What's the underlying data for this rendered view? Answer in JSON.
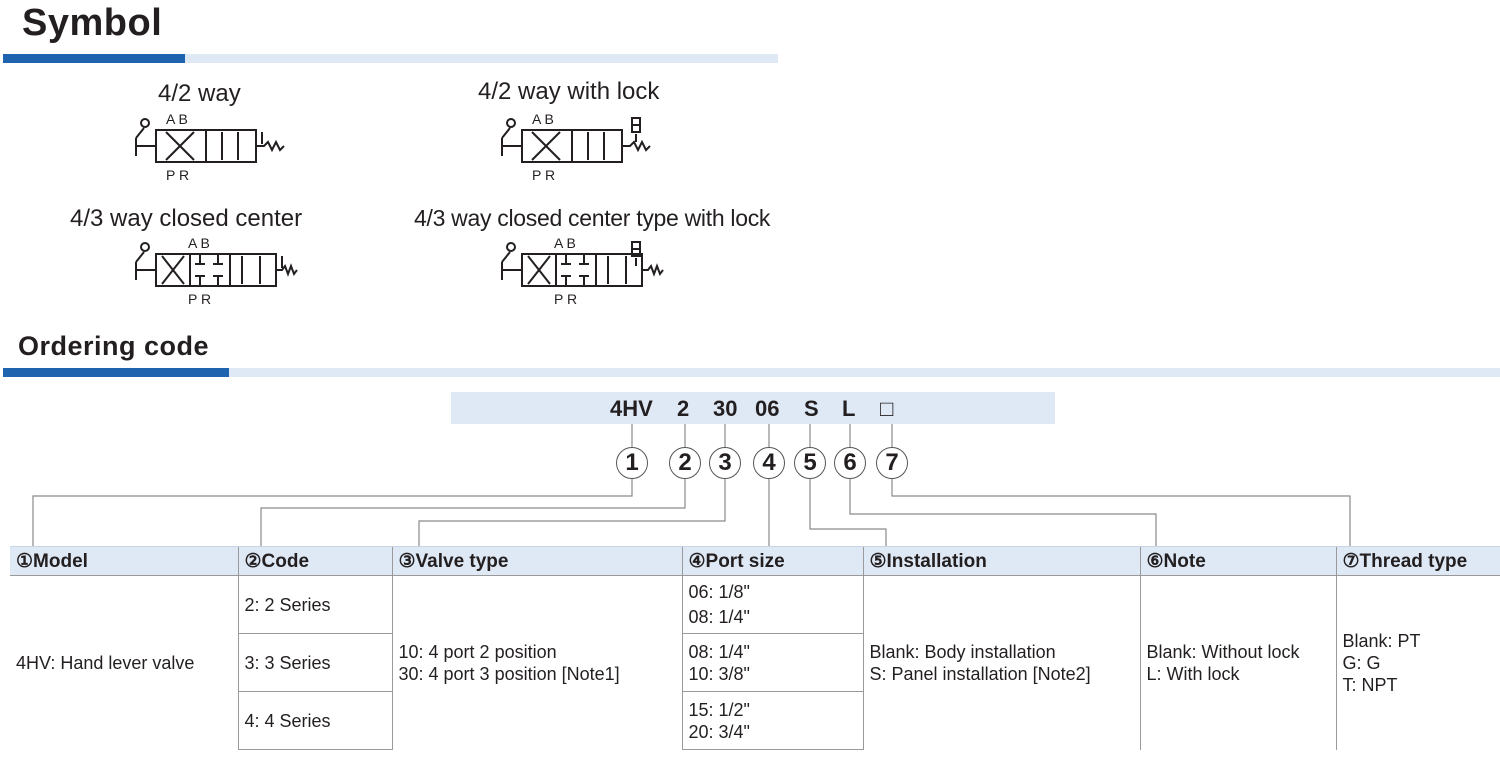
{
  "symbol": {
    "title": "Symbol",
    "items": [
      {
        "label": "4/2 way",
        "port_top": "A  B",
        "port_bottom": "P R"
      },
      {
        "label": "4/2 way with lock",
        "port_top": "A  B",
        "port_bottom": "P R"
      },
      {
        "label": "4/3 way closed center",
        "port_top": "A  B",
        "port_bottom": "P R"
      },
      {
        "label": "4/3 way closed center type with lock",
        "port_top": "A  B",
        "port_bottom": "P R"
      }
    ]
  },
  "ordering": {
    "title": "Ordering code",
    "code_parts": [
      "4HV",
      "2",
      "30",
      "06",
      "S",
      "L",
      "□"
    ],
    "circles": [
      "1",
      "2",
      "3",
      "4",
      "5",
      "6",
      "7"
    ]
  },
  "table": {
    "headers": [
      "①Model",
      "②Code",
      "③Valve type",
      "④Port size",
      "⑤Installation",
      "⑥Note",
      "⑦Thread type"
    ],
    "model": "4HV: Hand lever valve",
    "codes": [
      "2: 2 Series",
      "3: 3 Series",
      "4: 4 Series"
    ],
    "valve_types": [
      "10: 4 port 2 position",
      "30: 4 port 3 position [Note1]"
    ],
    "port_sizes": [
      [
        "06: 1/8\"",
        "08: 1/4\""
      ],
      [
        "08: 1/4\"",
        "10: 3/8\""
      ],
      [
        "15: 1/2\"",
        "20: 3/4\""
      ]
    ],
    "installation": [
      "Blank: Body installation",
      "S: Panel installation [Note2]"
    ],
    "note": [
      "Blank: Without lock",
      "L: With lock"
    ],
    "thread": [
      "Blank: PT",
      "G: G",
      "T: NPT"
    ]
  },
  "colors": {
    "accent": "#1e63ad",
    "accent_light": "#dfe9f5",
    "text": "#231f20"
  }
}
